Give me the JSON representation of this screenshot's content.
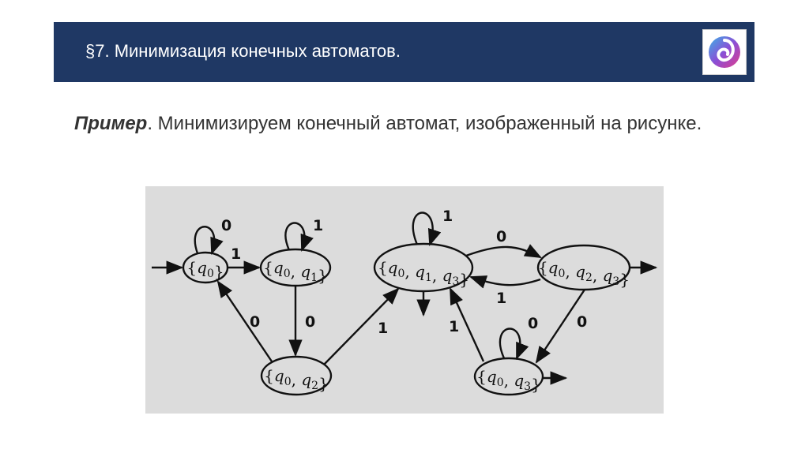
{
  "header": {
    "title": "§7. Минимизация конечных автоматов.",
    "logo_icon": "university-swirl-logo-icon",
    "bg_color": "#1f3864"
  },
  "text": {
    "lead": "Пример",
    "rest": ". Минимизируем конечный автомат, изображенный на рисунке."
  },
  "diagram": {
    "states": [
      {
        "id": "s0",
        "label": "{q0}",
        "parts": [
          "q",
          "0"
        ]
      },
      {
        "id": "s01",
        "label": "{q0, q1}"
      },
      {
        "id": "s013",
        "label": "{q0, q1, q3}"
      },
      {
        "id": "s023",
        "label": "{q0, q2, q3}"
      },
      {
        "id": "s02",
        "label": "{q0, q2}"
      },
      {
        "id": "s03",
        "label": "{q0, q3}"
      }
    ],
    "edge_labels": {
      "s0_loop": "0",
      "s0_to_s01": "1",
      "s01_loop": "1",
      "s013_loop": "1",
      "s013_to_s023": "0",
      "s023_to_s013": "1",
      "s02_to_s0": "0",
      "s01_to_s02": "0",
      "s02_to_s013": "1",
      "s03_to_s013": "1",
      "s03_loop": "0",
      "s023_to_s03": "0"
    }
  }
}
